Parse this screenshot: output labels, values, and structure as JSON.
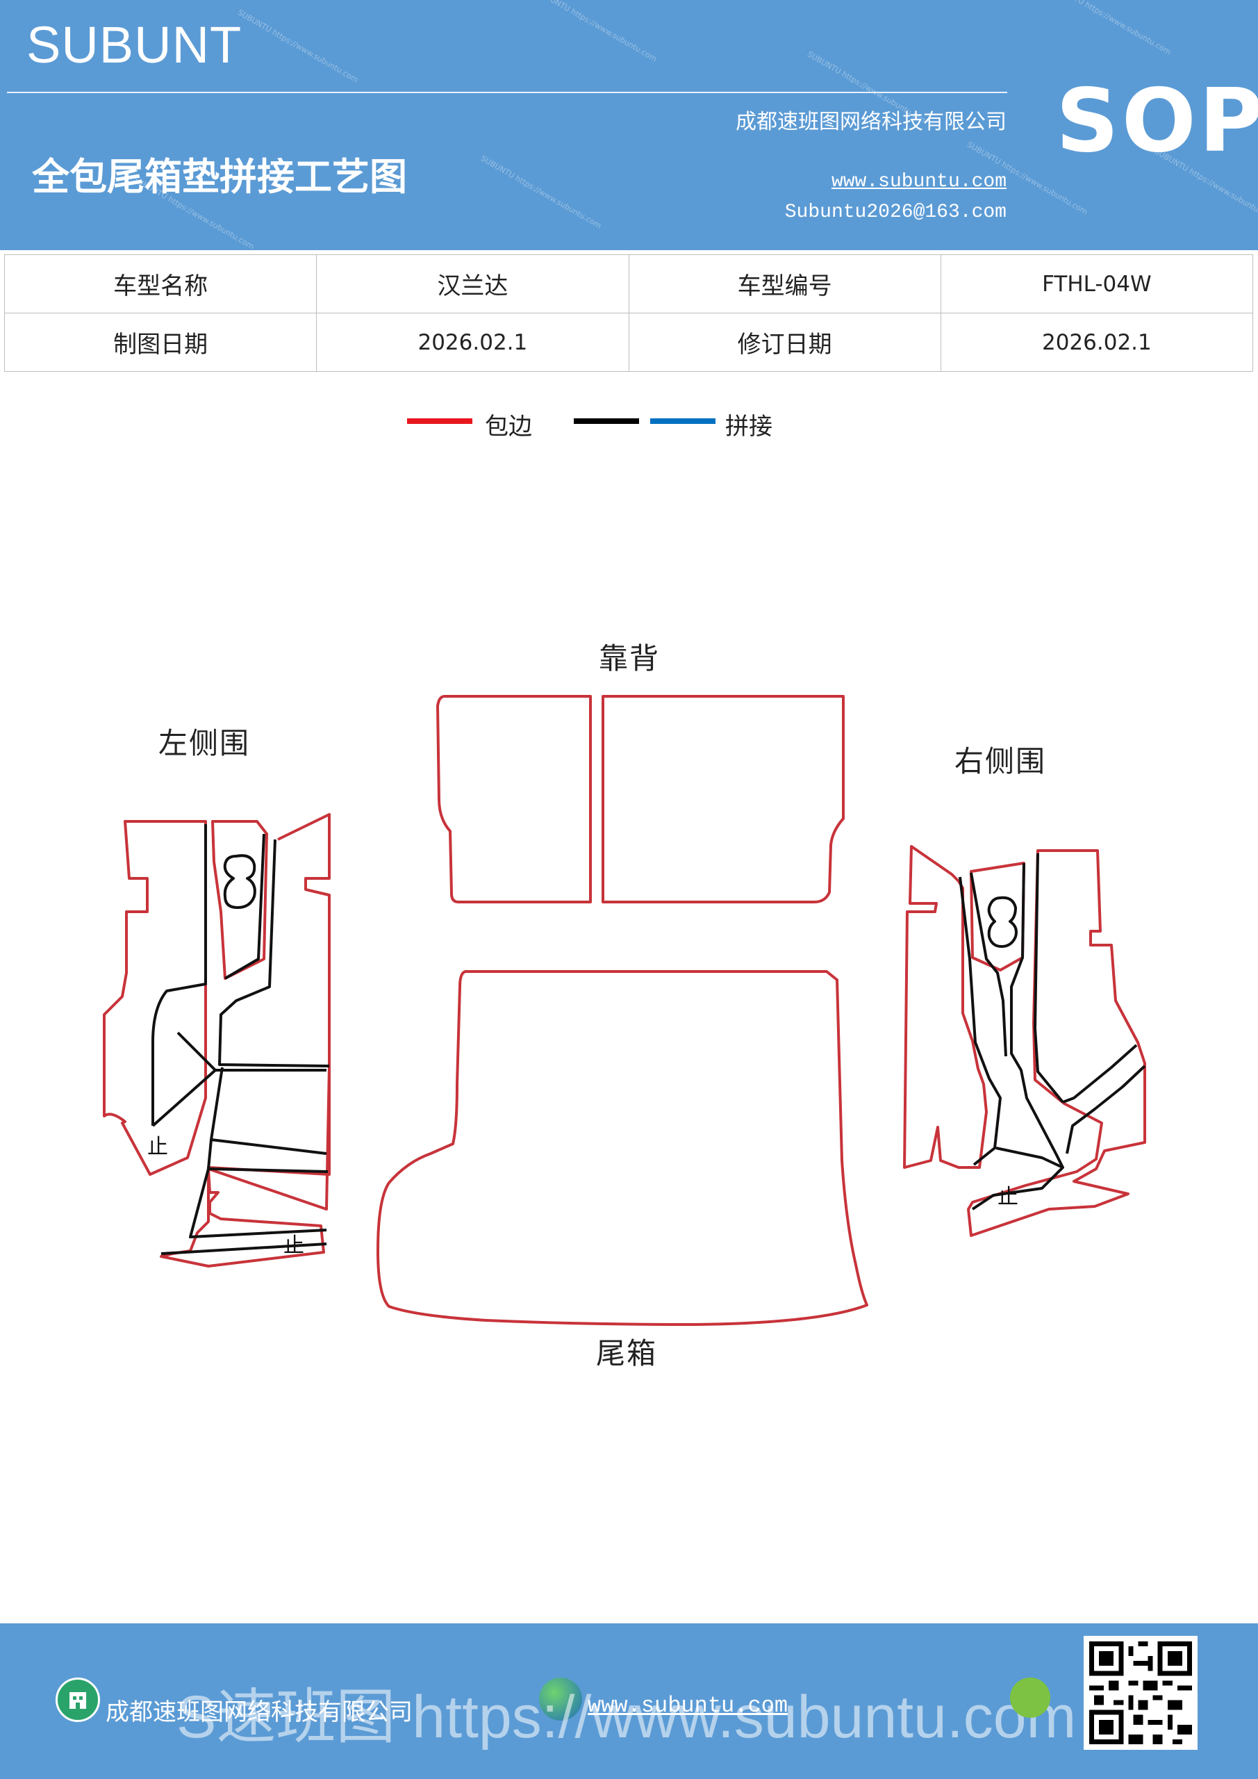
{
  "header": {
    "brand": "SUBUNT",
    "title": "全包尾箱垫拼接工艺图",
    "company": "成都速班图网络科技有限公司",
    "website": "www.subuntu.com",
    "email": "Subuntu2026@163.com",
    "badge": "SOP"
  },
  "info": {
    "model_name_label": "车型名称",
    "model_name": "汉兰达",
    "model_code_label": "车型编号",
    "model_code": "FTHL-04W",
    "draw_date_label": "制图日期",
    "draw_date": "2026.02.1",
    "revise_date_label": "修订日期",
    "revise_date": "2026.02.1"
  },
  "legend": {
    "items": [
      {
        "label": "包边",
        "color": "#e8161d"
      },
      {
        "label": "",
        "color": "#000000"
      },
      {
        "label": "拼接",
        "color": "#0070c0"
      }
    ]
  },
  "diagram": {
    "labels": {
      "back": "靠背",
      "left": "左侧围",
      "right": "右侧围",
      "trunk": "尾箱"
    },
    "marks": [
      "止",
      "止",
      "止"
    ],
    "colors": {
      "edge": "#c8333a",
      "seam": "#111111"
    }
  },
  "footer": {
    "company": "成都速班图网络科技有限公司",
    "website": "www.subuntu.com",
    "watermark": "S速班图 https://www.subuntu.com"
  }
}
